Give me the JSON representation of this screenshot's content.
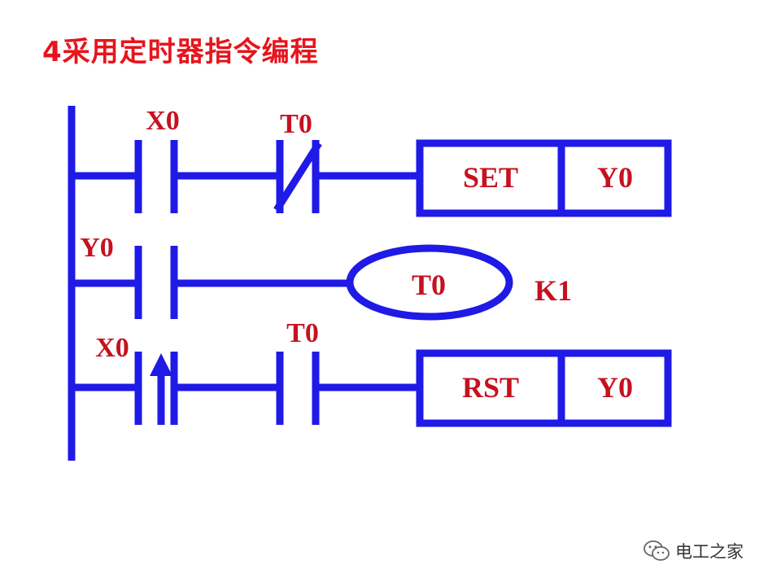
{
  "title": "4采用定时器指令编程",
  "colors": {
    "line": "#1f1ae6",
    "label": "#c6111f",
    "title": "#e8141c"
  },
  "rungs": [
    {
      "contacts": [
        {
          "label": "X0",
          "type": "normally-open"
        },
        {
          "label": "T0",
          "type": "normally-closed"
        }
      ],
      "output": {
        "instruction": "SET",
        "operand": "Y0"
      }
    },
    {
      "contacts": [
        {
          "label": "Y0",
          "type": "normally-open"
        }
      ],
      "output": {
        "coil": "T0",
        "constant": "K1"
      }
    },
    {
      "contacts": [
        {
          "label": "X0",
          "type": "rising-edge"
        },
        {
          "label": "T0",
          "type": "normally-open"
        }
      ],
      "output": {
        "instruction": "RST",
        "operand": "Y0"
      }
    }
  ],
  "watermark": {
    "icon": "wechat-icon",
    "text": "电工之家"
  }
}
